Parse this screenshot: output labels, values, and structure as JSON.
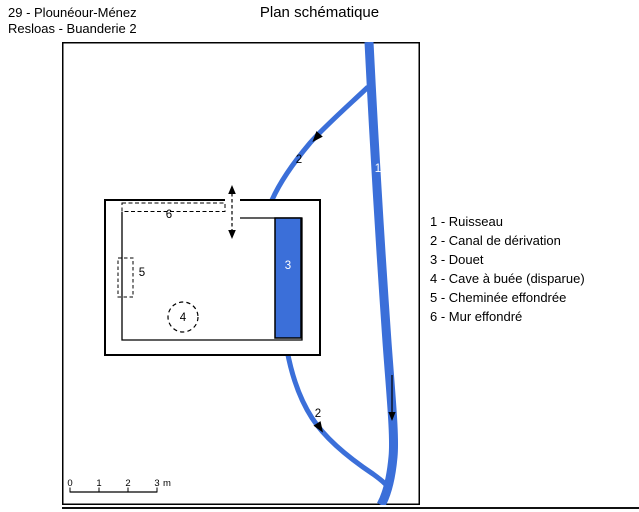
{
  "header": {
    "location_line1": "29 - Plounéour-Ménez",
    "location_line2": "Resloas - Buanderie 2"
  },
  "title": "Plan schématique",
  "legend": {
    "items": [
      "1 - Ruisseau",
      "2 - Canal de dérivation",
      "3 - Douet",
      "4 - Cave à buée (disparue)",
      "5 - Cheminée effondrée",
      "6 - Mur effondré"
    ]
  },
  "plan": {
    "markers": {
      "ruisseau": "1",
      "canal_upper": "2",
      "canal_lower": "2",
      "douet": "3",
      "cave": "4",
      "cheminee": "5",
      "mur": "6"
    },
    "scale_bar": {
      "ticks": [
        "0",
        "1",
        "2",
        "3"
      ],
      "unit": "m"
    }
  },
  "colors": {
    "water": "#3B6FD9",
    "line": "#000000"
  }
}
